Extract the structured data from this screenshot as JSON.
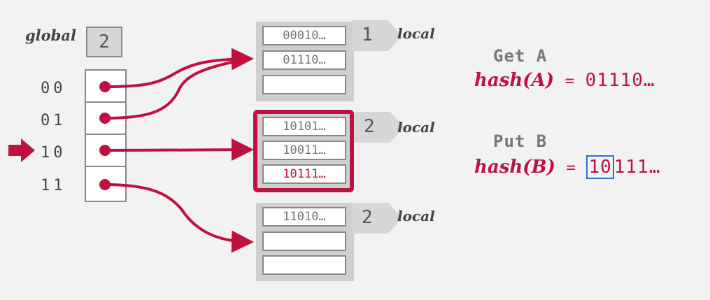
{
  "global": {
    "label": "global",
    "depth": "2"
  },
  "directory": {
    "entries": [
      {
        "label": "00"
      },
      {
        "label": "01"
      },
      {
        "label": "10"
      },
      {
        "label": "11"
      }
    ]
  },
  "buckets": [
    {
      "local_depth": "1",
      "local_label": "local",
      "slots": [
        "00010…",
        "01110…",
        ""
      ]
    },
    {
      "local_depth": "2",
      "local_label": "local",
      "slots": [
        "10101…",
        "10011…",
        "10111…"
      ]
    },
    {
      "local_depth": "2",
      "local_label": "local",
      "slots": [
        "11010…",
        "",
        ""
      ]
    }
  ],
  "operations": {
    "get": {
      "command": "Get A",
      "hash_fn": "hash(A)",
      "equals": "=",
      "hash_value": "01110…"
    },
    "put": {
      "command": "Put B",
      "hash_fn": "hash(B)",
      "equals": "=",
      "hash_prefix": "10",
      "hash_rest": "111…"
    }
  },
  "colors": {
    "accent": "#bf1140",
    "highlight_box": "#2f6fd6",
    "bucket_bg": "#cfcfcf"
  }
}
